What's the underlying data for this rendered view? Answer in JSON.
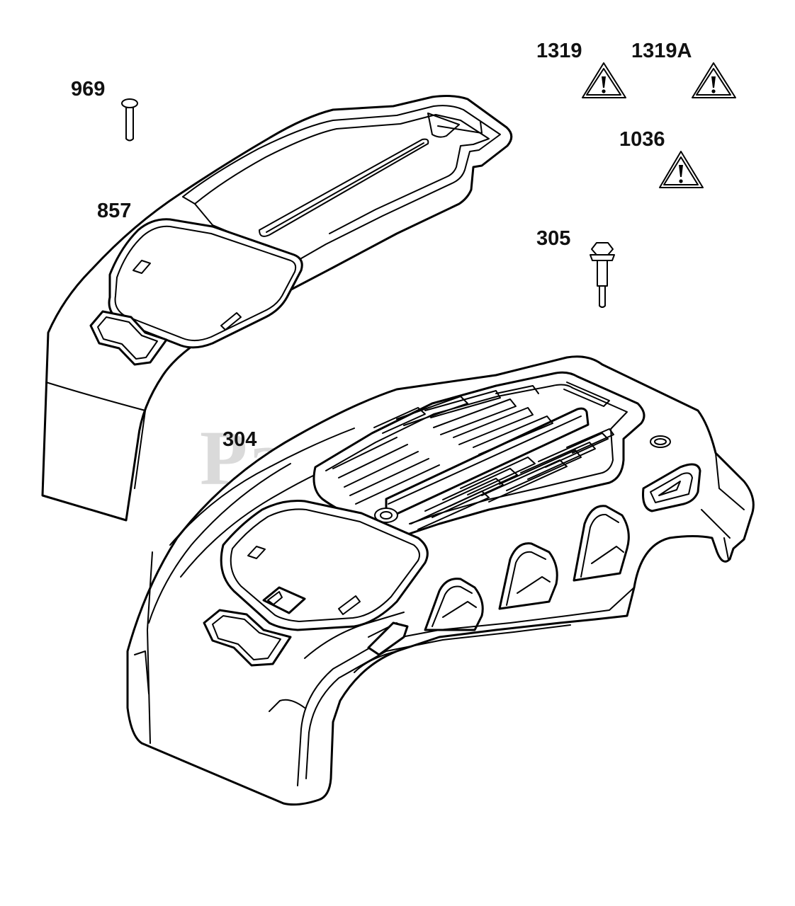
{
  "watermark": "PartsTree",
  "callouts": {
    "c969": "969",
    "c857": "857",
    "c304": "304",
    "c305": "305",
    "c1319": "1319",
    "c1319a": "1319A",
    "c1036": "1036"
  },
  "warning_icons": [
    "warning-triangle-icon",
    "warning-triangle-icon",
    "warning-triangle-icon"
  ],
  "colors": {
    "line": "#000000",
    "background": "#ffffff",
    "watermark": "#bdbdbd"
  }
}
